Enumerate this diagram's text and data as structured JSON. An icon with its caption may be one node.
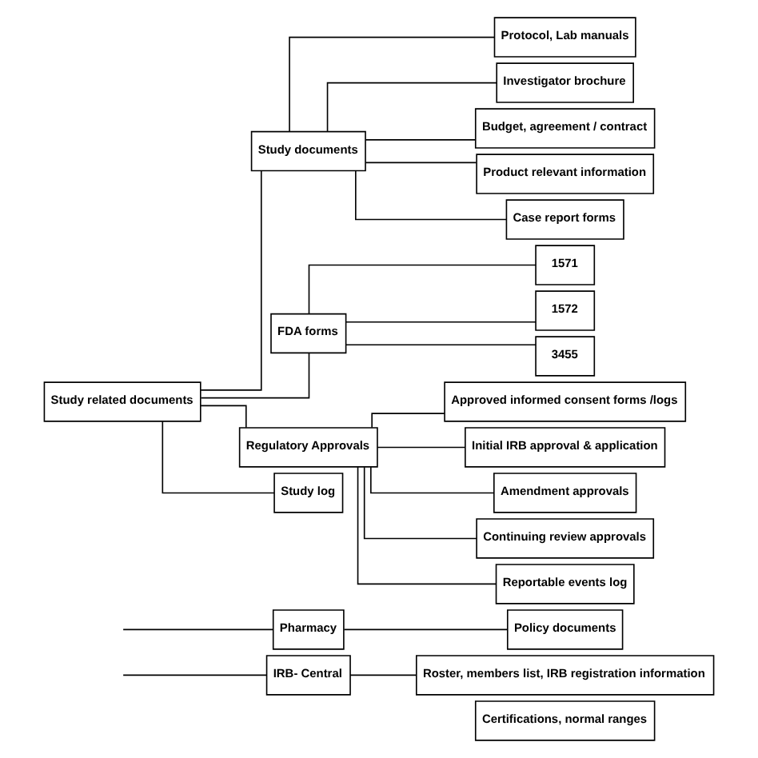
{
  "diagram": {
    "nodes": [
      {
        "text": [
          "Certifications, normal ranges"
        ]
      },
      {
        "text": [
          "IRB- Central"
        ]
      },
      {
        "text": [
          "Roster, members list, IRB registration information"
        ]
      },
      {
        "text": [
          "Pharmacy"
        ]
      },
      {
        "text": [
          "Policy documents"
        ]
      },
      {
        "text": [
          "Study related documents"
        ]
      },
      {
        "text": [
          "Study documents"
        ]
      },
      {
        "text": [
          "Protocol, Lab manuals"
        ]
      },
      {
        "text": [
          "Investigator brochure"
        ]
      },
      {
        "text": [
          "Budget, agreement / contract"
        ]
      },
      {
        "text": [
          "Product relevant information"
        ]
      },
      {
        "text": [
          "Case report forms"
        ]
      },
      {
        "text": [
          "FDA forms"
        ]
      },
      {
        "text": [
          "1571"
        ]
      },
      {
        "text": [
          "1572"
        ]
      },
      {
        "text": [
          "3455"
        ]
      },
      {
        "text": [
          "Regulatory Approvals"
        ]
      },
      {
        "text": [
          "Approved informed consent forms /logs"
        ]
      },
      {
        "text": [
          "Initial IRB approval & application"
        ]
      },
      {
        "text": [
          "Amendment approvals"
        ]
      },
      {
        "text": [
          "Continuing review approvals"
        ]
      },
      {
        "text": [
          "Reportable events log"
        ]
      },
      {
        "text": [
          "Study log"
        ]
      }
    ],
    "edges": [
      {
        "from": null,
        "to": 1,
        "arrow": "none"
      },
      {
        "from": null,
        "to": 3,
        "arrow": "none"
      },
      {
        "from": 1,
        "to": 2,
        "arrow": "none"
      },
      {
        "from": 3,
        "to": 4,
        "arrow": "none"
      },
      {
        "from": 5,
        "to": 6,
        "arrow": "none"
      },
      {
        "from": 5,
        "to": 12,
        "arrow": "none"
      },
      {
        "from": 5,
        "to": 16,
        "arrow": "none"
      },
      {
        "from": 5,
        "to": 22,
        "arrow": "none"
      },
      {
        "from": 6,
        "to": 7,
        "arrow": "none"
      },
      {
        "from": 6,
        "to": 8,
        "arrow": "none"
      },
      {
        "from": 6,
        "to": 9,
        "arrow": "none"
      },
      {
        "from": 6,
        "to": 10,
        "arrow": "none"
      },
      {
        "from": 6,
        "to": 11,
        "arrow": "none"
      },
      {
        "from": 12,
        "to": 13,
        "arrow": "none"
      },
      {
        "from": 12,
        "to": 14,
        "arrow": "none"
      },
      {
        "from": 12,
        "to": 15,
        "arrow": "none"
      },
      {
        "from": 16,
        "to": 17,
        "arrow": "none"
      },
      {
        "from": 16,
        "to": 18,
        "arrow": "none"
      },
      {
        "from": 16,
        "to": 19,
        "arrow": "none"
      },
      {
        "from": 16,
        "to": 20,
        "arrow": "none"
      },
      {
        "from": 16,
        "to": 21,
        "arrow": "none"
      }
    ]
  }
}
